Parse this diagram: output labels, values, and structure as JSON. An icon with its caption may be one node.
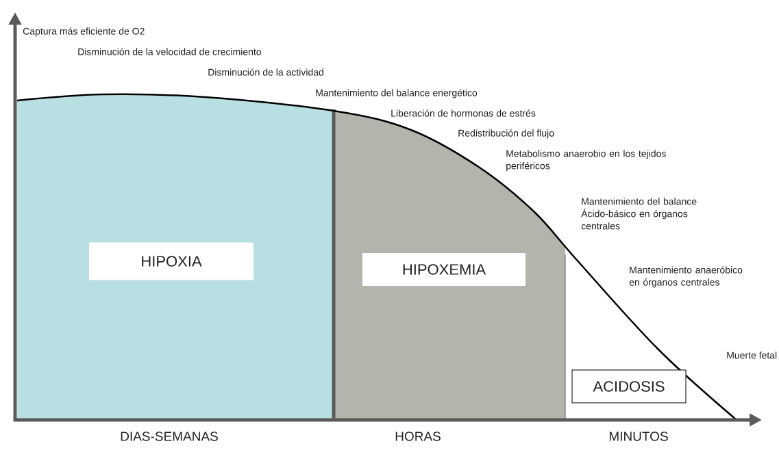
{
  "diagram": {
    "nodes": [
      {
        "text": [
          "HIPOXIA"
        ]
      },
      {
        "text": [
          "HIPOXEMIA"
        ]
      },
      {
        "text": [
          "ACIDOSIS"
        ]
      }
    ],
    "labels": [
      "Captura más eficiente de O2",
      "Disminución de la velocidad de crecimiento",
      "Disminución de la actividad",
      "Mantenimiento del balance energético",
      "Liberación de hormonas de estrés",
      "Redistribución del flujo",
      "Metabolismo anaerobio en los tejidos periféricos",
      "Mantenimiento del balance Ácido-básico en órganos centrales",
      "Mantenimiento anaeróbico en órganos centrales",
      "Muerte fetal",
      "DIAS-SEMANAS",
      "HORAS",
      "MINUTOS"
    ]
  }
}
